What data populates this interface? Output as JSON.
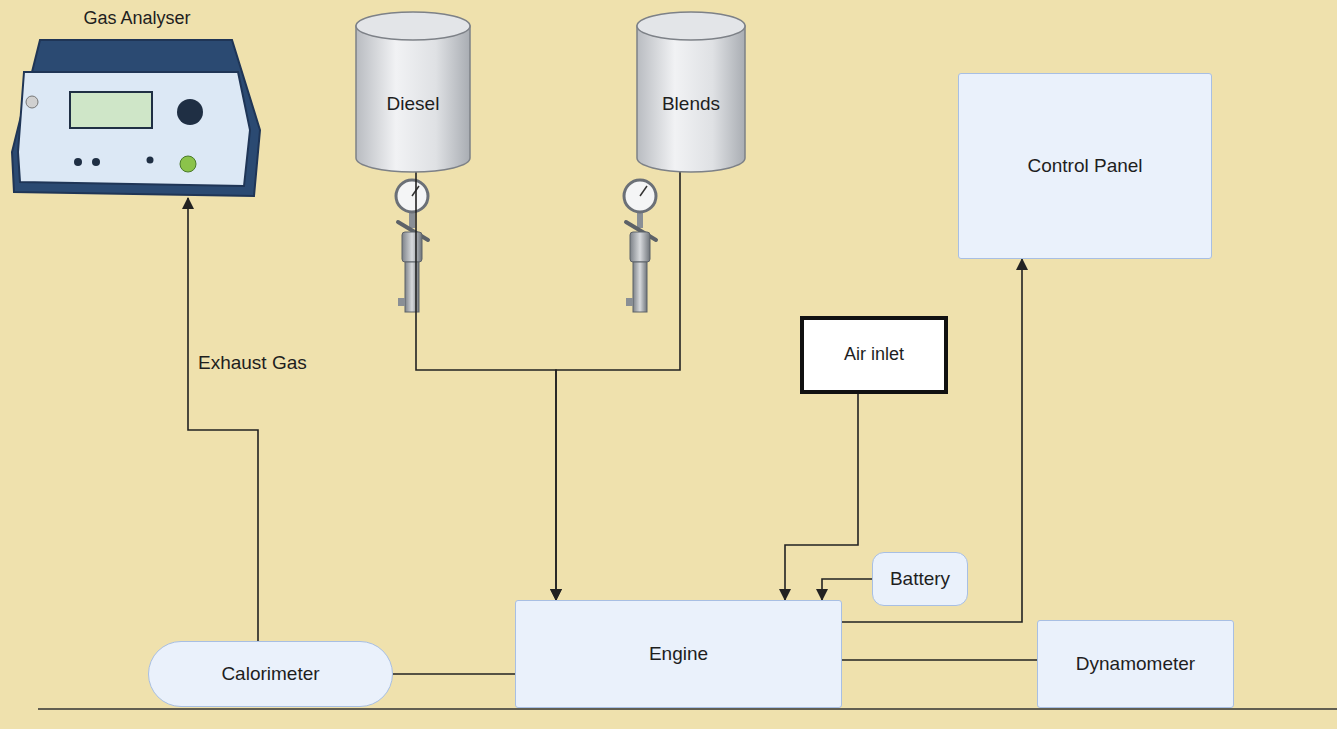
{
  "diagram": {
    "nodes": [
      {
        "text": [
          "Gas Analyser"
        ]
      },
      {
        "text": [
          "Diesel"
        ]
      },
      {
        "text": [
          "Blends"
        ]
      },
      {
        "text": [
          "Control Panel"
        ]
      },
      {
        "text": [
          "Air inlet"
        ]
      },
      {
        "text": [
          "Battery"
        ]
      },
      {
        "text": [
          "Engine"
        ]
      },
      {
        "text": [
          "Calorimeter"
        ]
      },
      {
        "text": [
          "Dynamometer"
        ]
      }
    ],
    "edges": [
      {
        "from": 7,
        "to": 0,
        "arrow": "to",
        "label": "Exhaust Gas"
      },
      {
        "from": 1,
        "to": 6,
        "arrow": "to"
      },
      {
        "from": 2,
        "to": 6,
        "arrow": "to"
      },
      {
        "from": 4,
        "to": 6,
        "arrow": "to"
      },
      {
        "from": 5,
        "to": 6,
        "arrow": "to"
      },
      {
        "from": 6,
        "to": 3,
        "arrow": "to"
      },
      {
        "from": 7,
        "to": 6,
        "arrow": "none"
      },
      {
        "from": 6,
        "to": 8,
        "arrow": "none"
      }
    ]
  }
}
